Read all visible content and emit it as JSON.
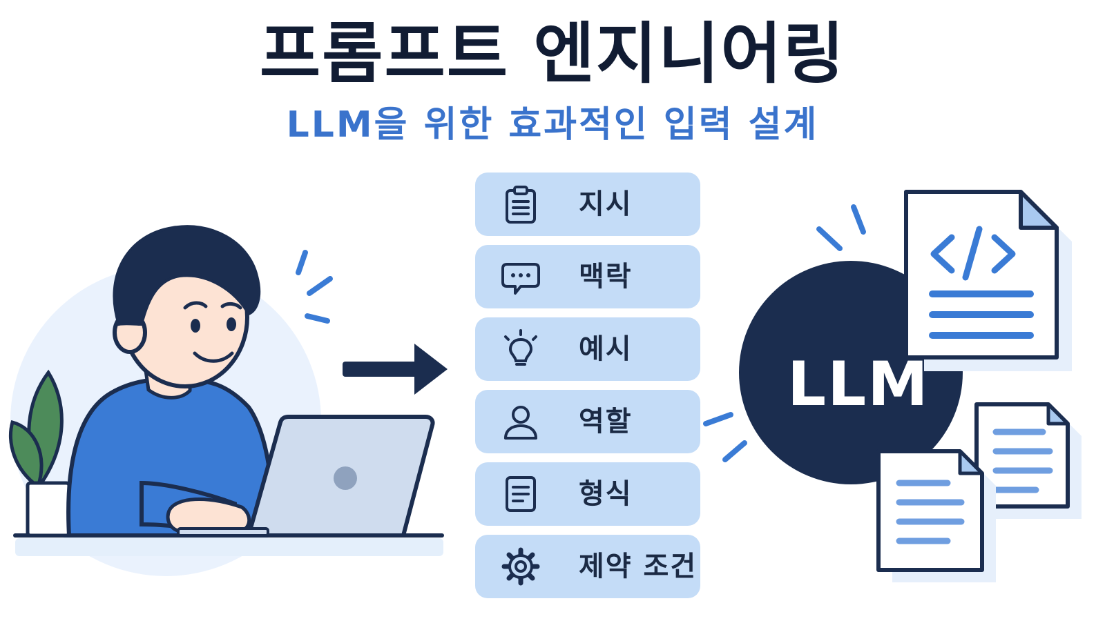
{
  "title": "프롬프트 엔지니어링",
  "subtitle": "LLM을 위한 효과적인 입력 설계",
  "components": [
    {
      "label": "지시",
      "icon": "clipboard-icon"
    },
    {
      "label": "맥락",
      "icon": "speech-bubble-icon"
    },
    {
      "label": "예시",
      "icon": "lightbulb-icon"
    },
    {
      "label": "역할",
      "icon": "person-icon"
    },
    {
      "label": "형식",
      "icon": "document-format-icon"
    },
    {
      "label": "제약 조건",
      "icon": "gear-icon"
    }
  ],
  "model": {
    "label": "LLM"
  },
  "colors": {
    "navy": "#1b2d4f",
    "accent": "#3a7bd5",
    "card": "#c4dcf7"
  }
}
